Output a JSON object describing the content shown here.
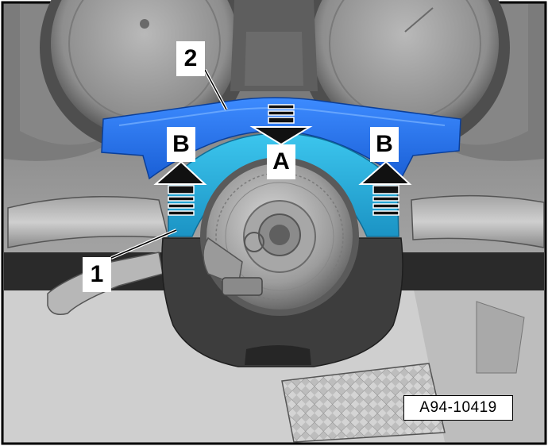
{
  "figure": {
    "figure_id": "A94-10419",
    "callouts": {
      "part_1": "1",
      "part_2": "2"
    },
    "direction_labels": {
      "arrow_a": "A",
      "arrow_b_left": "B",
      "arrow_b_right": "B"
    },
    "colors": {
      "highlight": "#1e6fe6",
      "highlight_light": "#3b8cff",
      "cable_guide": "#27b3d9",
      "arrow": "#111111",
      "label_background": "#ffffff"
    },
    "icons": {
      "up_arrow": "arrow-up-icon",
      "down_arrow": "arrow-down-icon"
    }
  }
}
